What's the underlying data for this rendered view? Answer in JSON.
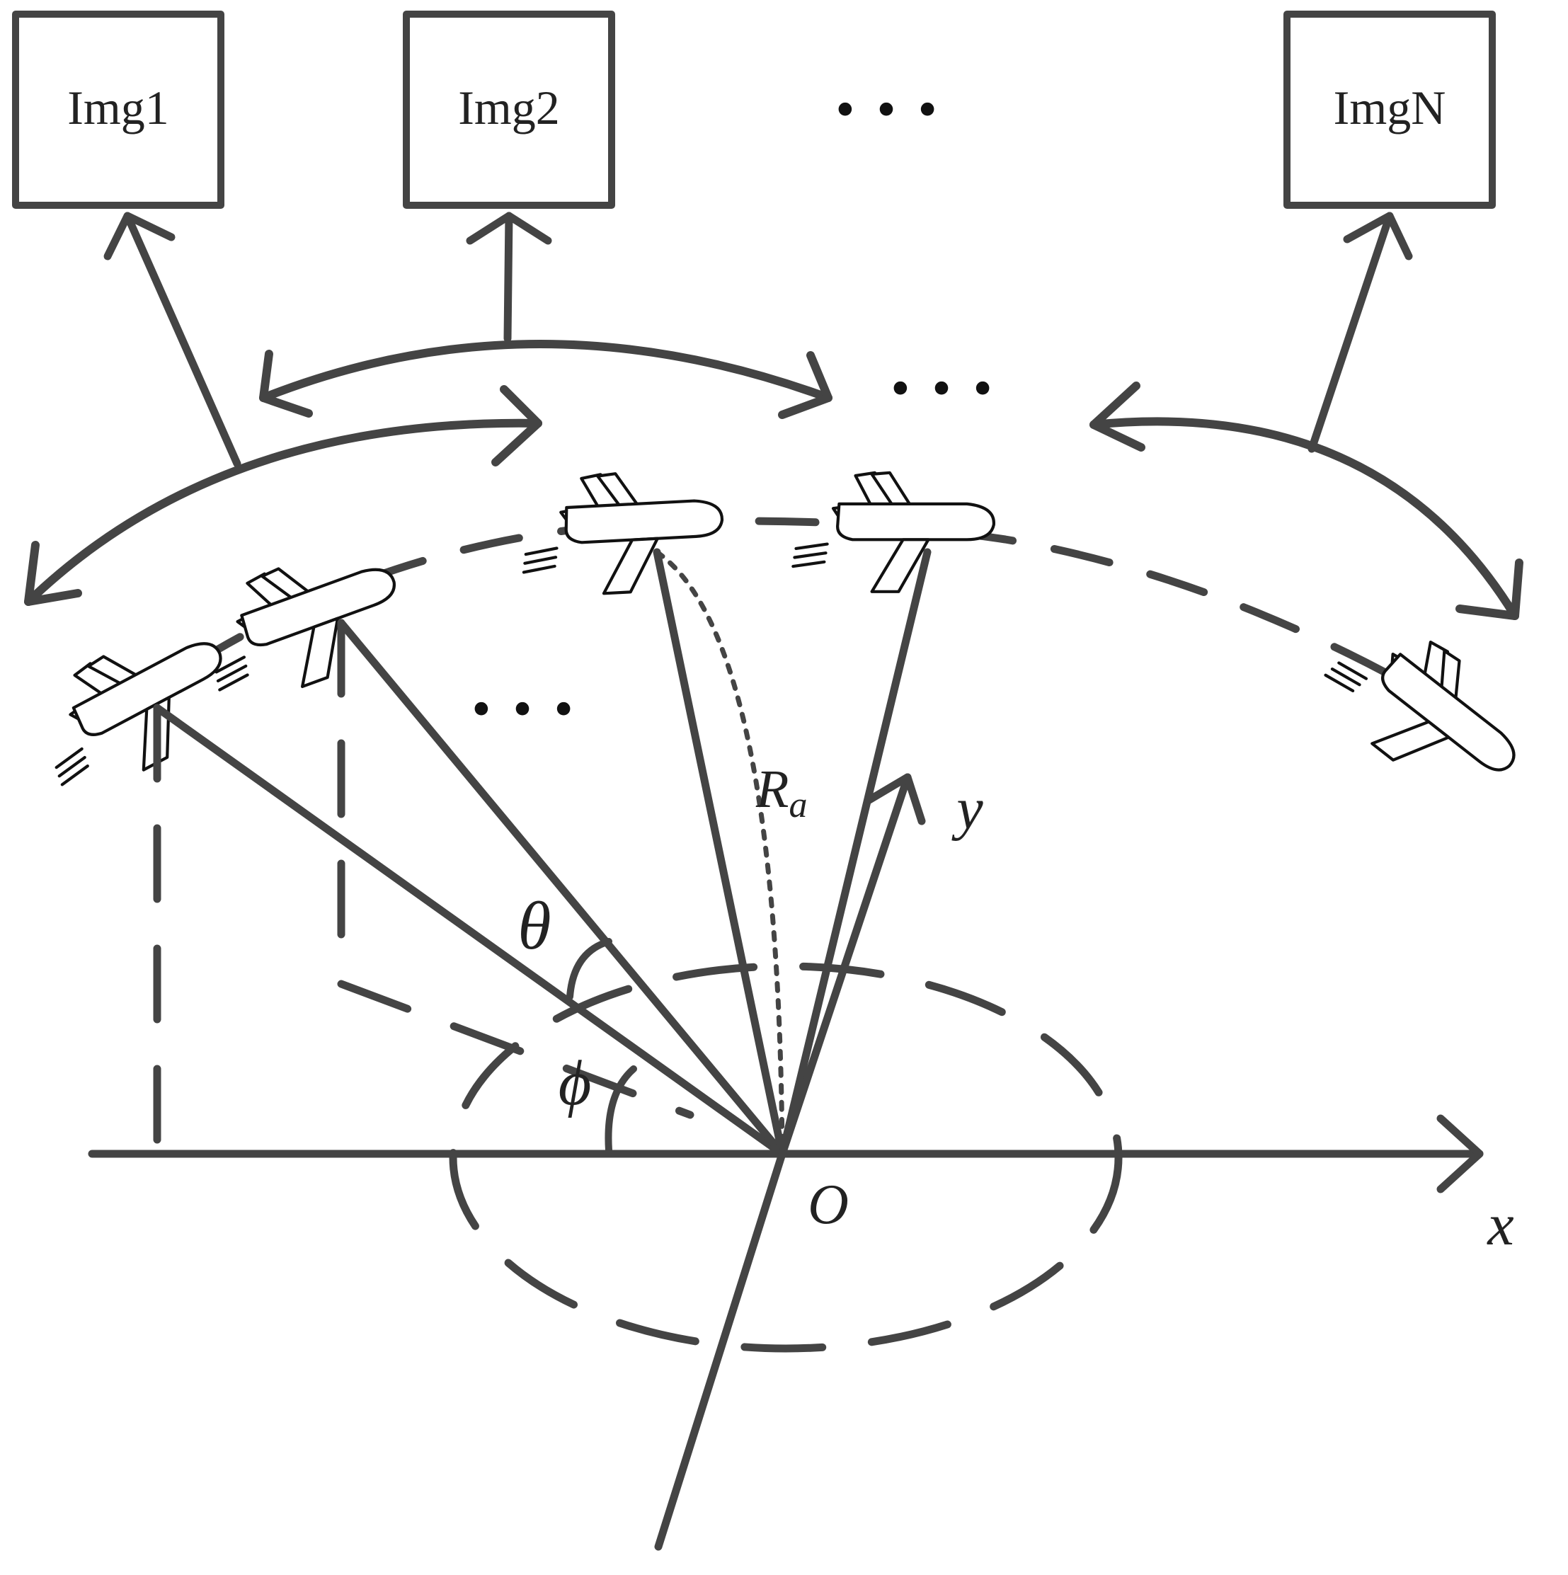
{
  "boxes": [
    {
      "id": "img1",
      "label": "Img1"
    },
    {
      "id": "img2",
      "label": "Img2"
    },
    {
      "id": "imgN",
      "label": "ImgN"
    }
  ],
  "ellipsis": "• • •",
  "labels": {
    "radius": "R",
    "radius_subscript": "a",
    "theta": "θ",
    "phi": "ϕ",
    "origin": "O",
    "x_axis": "x",
    "y_axis": "y"
  },
  "colors": {
    "stroke": "#444444",
    "text": "#222222"
  }
}
